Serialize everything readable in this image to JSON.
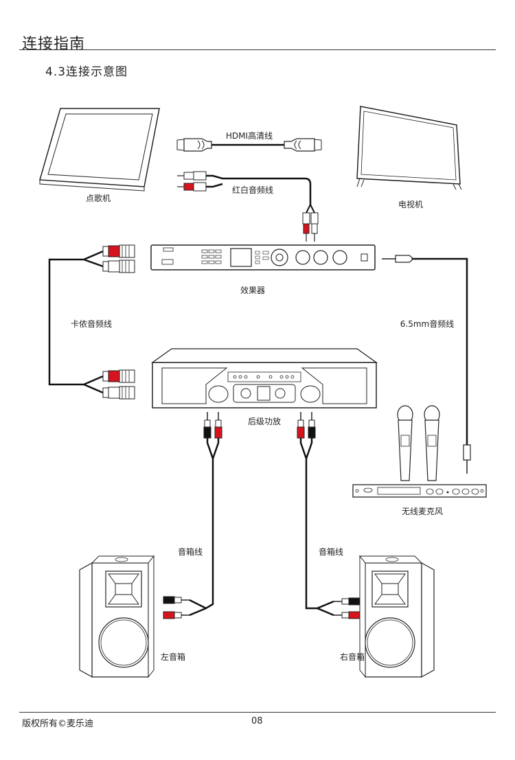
{
  "header": {
    "section_title": "连接指南",
    "subtitle": "4.3连接示意图"
  },
  "labels": {
    "tablet": "点歌机",
    "tv": "电视机",
    "hdmi_cable": "HDMI高清线",
    "rca_cable": "红白音频线",
    "effector": "效果器",
    "xlr_cable": "卡侬音频线",
    "jack_cable": "6.5mm音频线",
    "amplifier": "后级功放",
    "wireless_mic": "无线麦克风",
    "speaker_cable_left": "音箱线",
    "speaker_cable_right": "音箱线",
    "left_speaker": "左音箱",
    "right_speaker": "右音箱"
  },
  "colors": {
    "red": "#d7141e",
    "black": "#111111",
    "line": "#222222"
  },
  "footer": {
    "copyright": "版权所有©麦乐迪",
    "page": "08"
  }
}
